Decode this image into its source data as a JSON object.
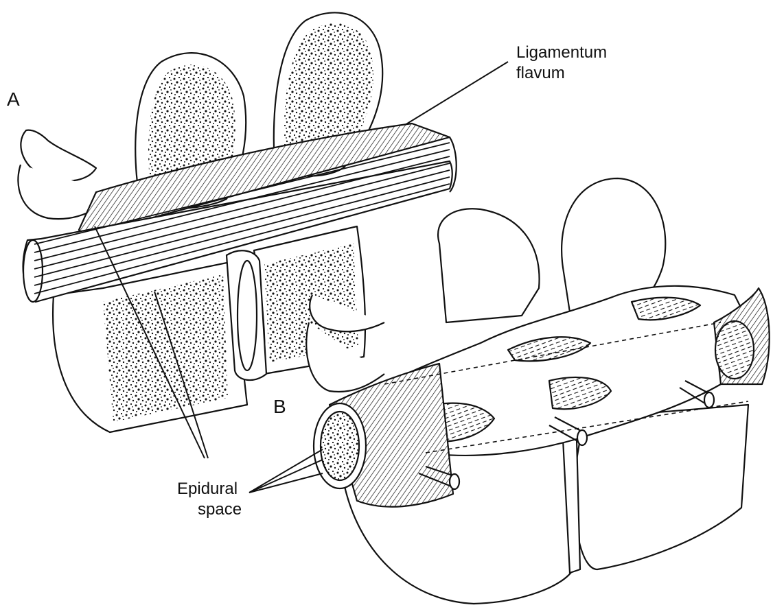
{
  "figure": {
    "panel_a": "A",
    "panel_b": "B",
    "labels": {
      "ligamentum_line1": "Ligamentum",
      "ligamentum_line2": "flavum",
      "epidural_line1": "Epidural",
      "epidural_line2": "space"
    }
  },
  "colors": {
    "ink": "#111111",
    "paper": "#ffffff"
  }
}
